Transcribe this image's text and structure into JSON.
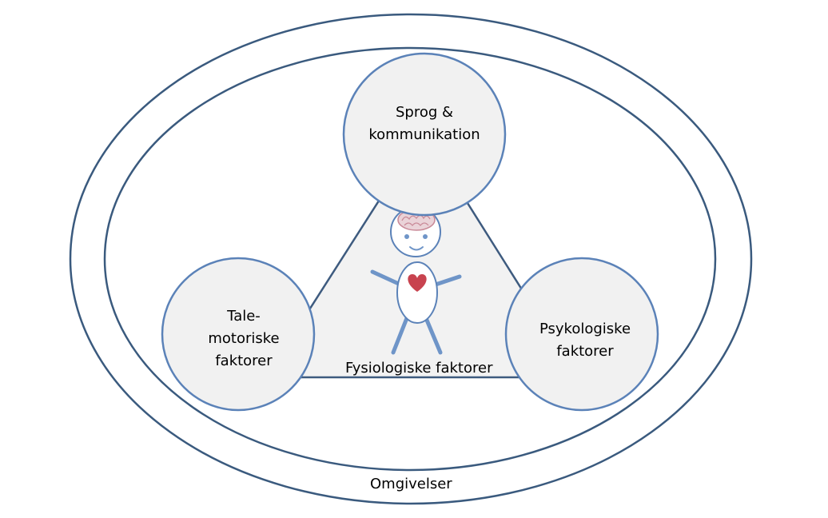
{
  "colors": {
    "outer_ring": "#3a5a7e",
    "circle_stroke": "#5b82b8",
    "circle_fill": "#f1f1f1",
    "triangle_fill": "#f2f2f2",
    "triangle_stroke": "#3e5b7f",
    "figure_stroke": "#5b82b8",
    "limb": "#6f95c8",
    "heart": "#c8434f",
    "brain": "#c98a98"
  },
  "labels": {
    "environment": "Omgivelser",
    "physiological": "Fysiologiske faktorer"
  },
  "nodes": {
    "language": {
      "lines": [
        "Sprog &",
        "kommunikation"
      ]
    },
    "speech_motor": {
      "lines": [
        "Tale-",
        "motoriske",
        "faktorer"
      ]
    },
    "psychological": {
      "lines": [
        "Psykologiske",
        "faktorer"
      ]
    }
  },
  "icons": {
    "figure": "stick-figure-icon",
    "brain": "brain-icon",
    "heart": "heart-icon"
  }
}
